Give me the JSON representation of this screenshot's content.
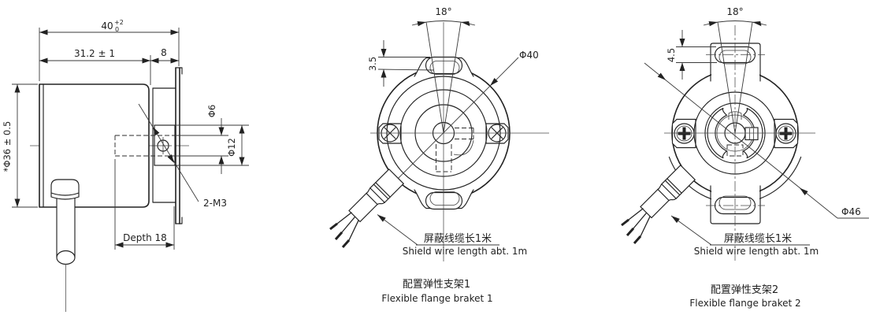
{
  "drawing": {
    "side_view": {
      "dim_total_width": "40",
      "dim_total_width_tol_upper": "+2",
      "dim_total_width_tol_lower": "0",
      "dim_body_width": "31.2 ± 1",
      "dim_bracket_width": "8",
      "dim_body_diameter": "*Φ36 ± 0.5",
      "dim_shaft_hole_diameter": "Φ6",
      "dim_boss_diameter": "Φ12",
      "dim_screw_callout": "2-M3",
      "dim_hole_depth": "Depth 18"
    },
    "front_view_1": {
      "dim_angle": "18°",
      "dim_slot_depth": "3.5",
      "dim_flange_diameter": "Φ40",
      "cable_note_zh": "屏蔽线缆长1米",
      "cable_note_en": "Shield wire length abt. 1m",
      "caption_zh": "配置弹性支架1",
      "caption_en": "Flexible flange braket 1"
    },
    "front_view_2": {
      "dim_angle": "18°",
      "dim_slot_depth": "4.5",
      "dim_flange_diameter": "Φ46",
      "cable_note_zh": "屏蔽线缆长1米",
      "cable_note_en": "Shield wire length abt. 1m",
      "caption_zh": "配置弹性支架2",
      "caption_en": "Flexible flange braket 2"
    },
    "colors": {
      "line": "#222222",
      "background": "#ffffff"
    }
  }
}
